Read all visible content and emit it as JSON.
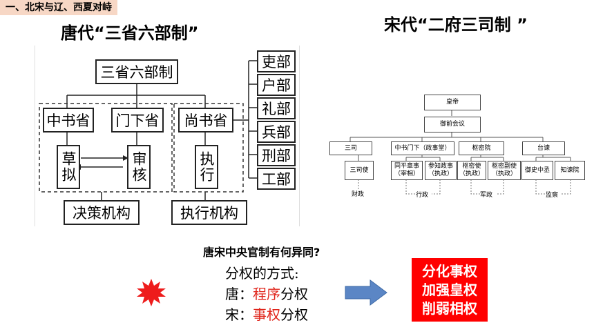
{
  "section_tag": "一、北宋与辽、西夏对峙",
  "tang": {
    "title": "唐代“三省六部制”",
    "root": "三省六部制",
    "zhongshu": "中书省",
    "menxia": "门下省",
    "shangshu": "尚书省",
    "draft": "草拟",
    "review": "审核",
    "execute": "执行",
    "decision": "决策机构",
    "executive": "执行机构",
    "ministries": [
      "吏部",
      "户部",
      "礼部",
      "兵部",
      "刑部",
      "工部"
    ]
  },
  "song": {
    "title": "宋代“二府三司制 ”",
    "emperor": "皇帝",
    "council": "御前会议",
    "branches": [
      "三司",
      "中书门下（政事堂）",
      "枢密院",
      "台谏"
    ],
    "subs": [
      "三司使",
      "同平章事|（宰相）",
      "参知政事|（执政）",
      "枢密使|（执政）",
      "枢密副使|（执政）",
      "御史中丞",
      "知谏院"
    ],
    "labels": [
      "财政",
      "行政",
      "军政",
      "监察"
    ]
  },
  "question": "唐宋中央官制有何异同?",
  "method_label": "分权的方式:",
  "tang_line": {
    "prefix": "唐：",
    "highlight": "程序",
    "suffix": "分权"
  },
  "song_line": {
    "prefix": "宋：",
    "highlight": "事权",
    "suffix": "分权"
  },
  "conclusions": [
    "分化事权",
    "加强皇权",
    "削弱相权"
  ],
  "colors": {
    "accent_red": "#e0251b",
    "arrow_blue": "#5b86c5",
    "tag_bg": "#f7d7c5"
  },
  "icons": {
    "sun": "sun-icon",
    "arrow": "arrow-right-icon"
  }
}
